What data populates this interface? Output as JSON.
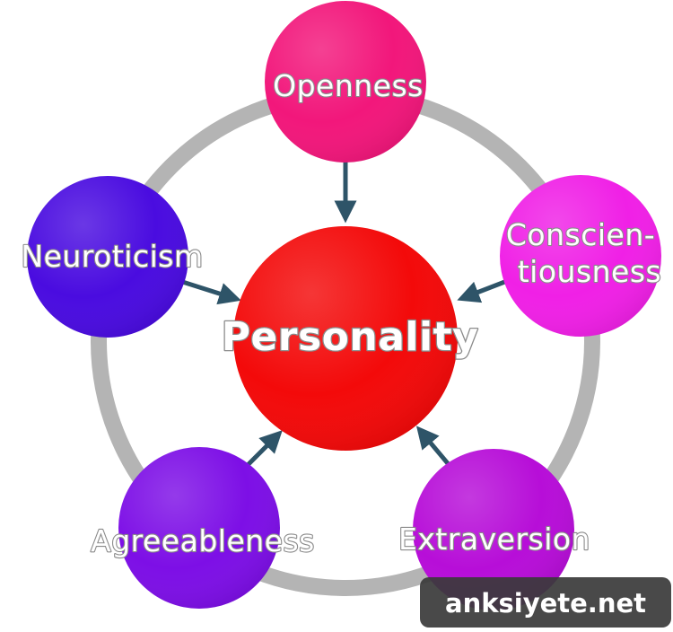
{
  "center": {
    "label": "Personality",
    "color": "#f30a0a"
  },
  "nodes": [
    {
      "id": "openness",
      "lines": [
        "Openness"
      ],
      "color": "#f2177b"
    },
    {
      "id": "conscientiousness",
      "lines": [
        "Conscien-",
        "tiousness"
      ],
      "color": "#f020e6"
    },
    {
      "id": "extraversion",
      "lines": [
        "Extraversion"
      ],
      "color": "#b70ed8"
    },
    {
      "id": "agreeableness",
      "lines": [
        "Agreeableness"
      ],
      "color": "#7d0fe6"
    },
    {
      "id": "neuroticism",
      "lines": [
        "Neuroticism"
      ],
      "color": "#4a0ce0"
    }
  ],
  "ring_color": "#b4b4b4",
  "arrow_color": "#2e5468",
  "watermark": {
    "text": "anksiyete.net",
    "bg_color": "#3a3a3a"
  }
}
